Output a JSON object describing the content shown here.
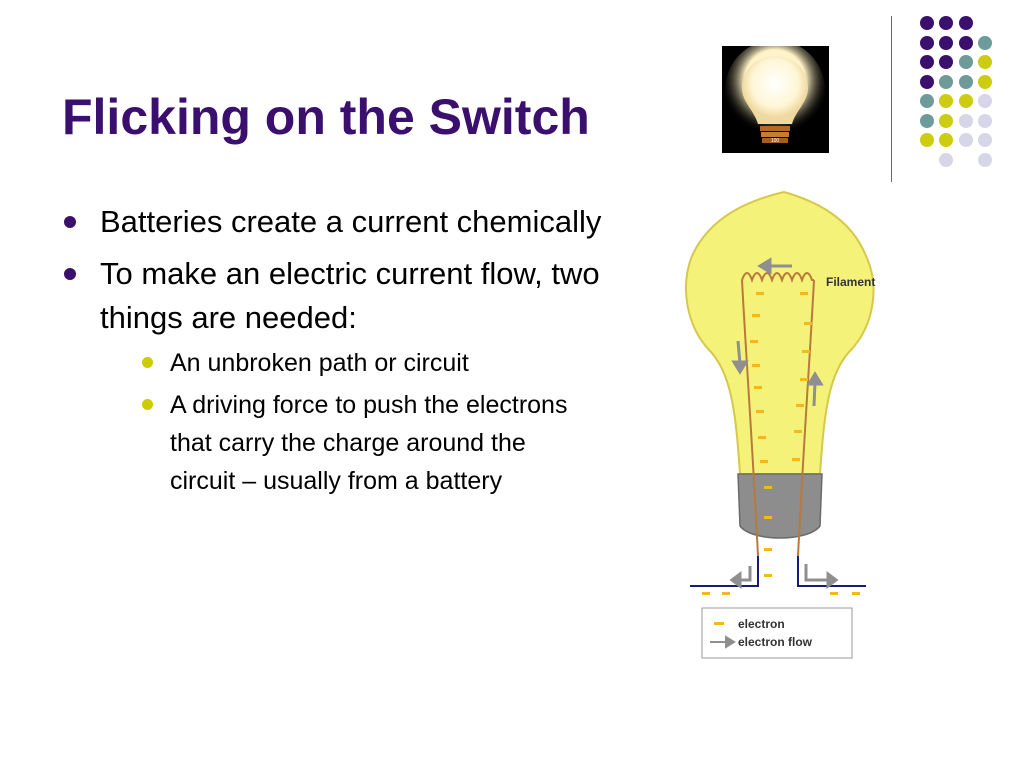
{
  "slide": {
    "title": "Flicking on the Switch",
    "bullets": [
      {
        "text": "Batteries create a current chemically",
        "sub": []
      },
      {
        "text": "To make an electric current flow, two things are needed:",
        "sub": [
          "An unbroken path or circuit",
          "A driving force to push the electrons that carry the charge around the circuit – usually from a battery"
        ]
      }
    ]
  },
  "photo": {
    "bulb_label": "100",
    "icon": "light-bulb-photo"
  },
  "diagram": {
    "filament_label": "Filament",
    "legend": {
      "electron_label": "electron",
      "flow_label": "electron flow"
    }
  },
  "colors": {
    "title": "#3a0f6e",
    "bullet_primary": "#3a0f6e",
    "bullet_secondary": "#cccc00",
    "dot_purple": "#3a0f6e",
    "dot_teal": "#6f9a9a",
    "dot_yellow": "#cccc11",
    "dot_lavender": "#d6d6e8",
    "bulb_glass": "#f5f27a",
    "bulb_base": "#8a8a8a"
  }
}
